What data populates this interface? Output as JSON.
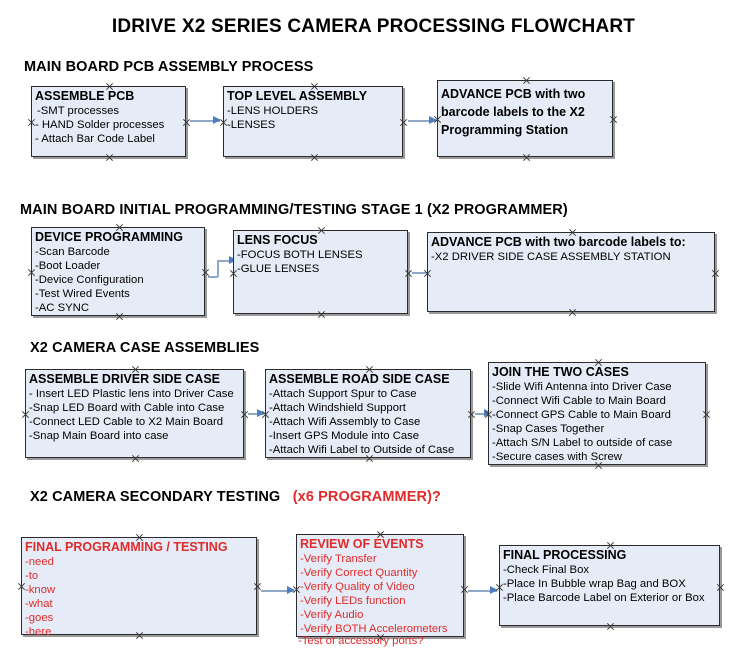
{
  "document": {
    "title": "IDRIVE X2  SERIES CAMERA PROCESSING FLOWCHART",
    "box_fill_color": "#e6ecf7",
    "box_border_color": "#2b2b2b",
    "accent_red": "#e02b2b",
    "connector_color": "#8fa8c8"
  },
  "sections": [
    {
      "header": "MAIN BOARD PCB ASSEMBLY PROCESS",
      "header_suffix": "",
      "boxes": [
        {
          "title": "ASSEMBLE PCB",
          "lines": [
            "-SMT processes",
            "- HAND Solder processes",
            "- Attach Bar Code Label"
          ]
        },
        {
          "title": "TOP LEVEL ASSEMBLY",
          "lines": [
            "-LENS HOLDERS",
            "-LENSES"
          ]
        },
        {
          "title": "ADVANCE PCB with two barcode labels to the  X2 Programming Station",
          "lines": []
        }
      ]
    },
    {
      "header": "MAIN BOARD INITIAL PROGRAMMING/TESTING STAGE 1 (X2 PROGRAMMER)",
      "header_suffix": "",
      "boxes": [
        {
          "title": "DEVICE PROGRAMMING",
          "lines": [
            "-Scan Barcode",
            "-Boot Loader",
            "-Device Configuration",
            "-Test Wired Events",
            "-AC SYNC"
          ]
        },
        {
          "title": "LENS FOCUS",
          "lines": [
            "-FOCUS BOTH LENSES",
            "-GLUE LENSES"
          ]
        },
        {
          "title": "ADVANCE PCB with two barcode labels to:",
          "lines": [
            "-X2 DRIVER  SIDE  CASE  ASSEMBLY STATION"
          ]
        }
      ]
    },
    {
      "header": "X2 CAMERA CASE ASSEMBLIES",
      "header_suffix": "",
      "boxes": [
        {
          "title": "ASSEMBLE DRIVER SIDE CASE",
          "lines": [
            "- Insert LED Plastic lens into Driver Case",
            "-Snap LED Board with Cable into Case",
            "-Connect LED Cable to X2 Main Board",
            "-Snap Main Board into case"
          ]
        },
        {
          "title": "ASSEMBLE ROAD SIDE CASE",
          "lines": [
            "-Attach Support Spur to Case",
            "-Attach Windshield Support",
            "-Attach Wifi Assembly to Case",
            "-Insert GPS Module into Case",
            "-Attach Wifi Label to Outside of Case"
          ]
        },
        {
          "title": "JOIN THE TWO CASES",
          "lines": [
            "-Slide Wifi Antenna into Driver Case",
            "-Connect Wifi Cable to Main Board",
            "-Connect GPS Cable to Main Board",
            "-Snap Cases Together",
            "-Attach S/N Label to outside of case",
            "-Secure cases with Screw"
          ]
        }
      ]
    },
    {
      "header": "X2 CAMERA SECONDARY TESTING",
      "header_suffix": "(x6 PROGRAMMER)?",
      "boxes": [
        {
          "title": "FINAL PROGRAMMING / TESTING",
          "lines": [
            "-need",
            "-to",
            "-know",
            "-what",
            "-goes",
            "-here"
          ]
        },
        {
          "title": "REVIEW OF EVENTS",
          "lines": [
            "-Verify Transfer",
            "-Verify Correct Quantity",
            "-Verify Quality of Video",
            "-Verify LEDs function",
            "-Verify Audio",
            "-Verify BOTH Accelerometers"
          ],
          "overflow_line": "-Test of accessory ports?"
        },
        {
          "title": "FINAL PROCESSING",
          "lines": [
            " -Check Final Box",
            "-Place In Bubble wrap Bag and BOX",
            "-Place Barcode Label on Exterior or Box"
          ]
        }
      ]
    }
  ]
}
